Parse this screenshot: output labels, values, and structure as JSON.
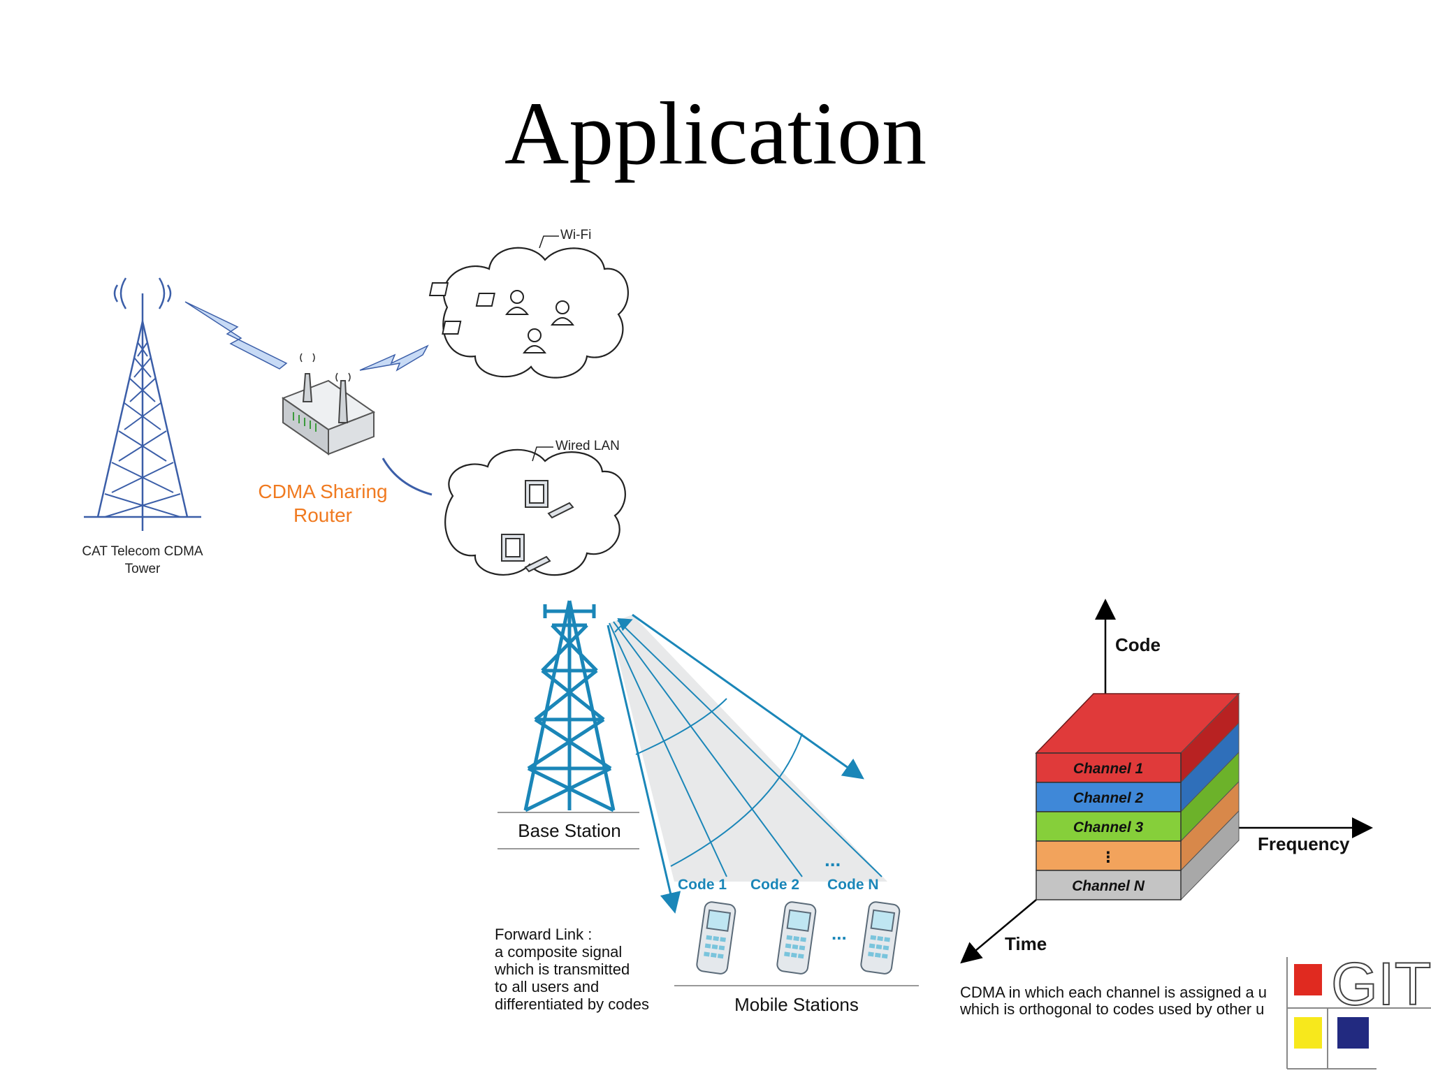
{
  "slide": {
    "title": "Application"
  },
  "network": {
    "wifi_label": "Wi-Fi",
    "wired_lan_label": "Wired LAN",
    "router_label_line1": "CDMA Sharing",
    "router_label_line2": "Router",
    "tower_label_line1": "CAT Telecom CDMA",
    "tower_label_line2": "Tower",
    "tower_color": "#3b5ea8",
    "router_label_color": "#f07a20"
  },
  "forward_link": {
    "base_station_label": "Base Station",
    "mobile_stations_label": "Mobile Stations",
    "codes": [
      "Code 1",
      "Code 2",
      "Code N"
    ],
    "ellipsis": "...",
    "description_lines": [
      "Forward Link :",
      "a composite signal",
      "which is transmitted",
      "to all users and",
      "differentiated by codes"
    ],
    "accent_color": "#1a86b8"
  },
  "cdma_cube": {
    "axis_code": "Code",
    "axis_frequency": "Frequency",
    "axis_time": "Time",
    "channels": [
      "Channel 1",
      "Channel 2",
      "Channel 3",
      "⋮",
      "Channel N"
    ],
    "channel_colors": [
      "#e03a3a",
      "#3f88d8",
      "#86cf3a",
      "#f2a35c",
      "#c4c4c4"
    ],
    "caption_lines": [
      "CDMA in which each channel is assigned a u",
      "which is orthogonal to codes used by other u"
    ]
  },
  "logo": {
    "text": "GIT",
    "colors": [
      "#e02a20",
      "#f7e81c",
      "#222a80"
    ]
  }
}
